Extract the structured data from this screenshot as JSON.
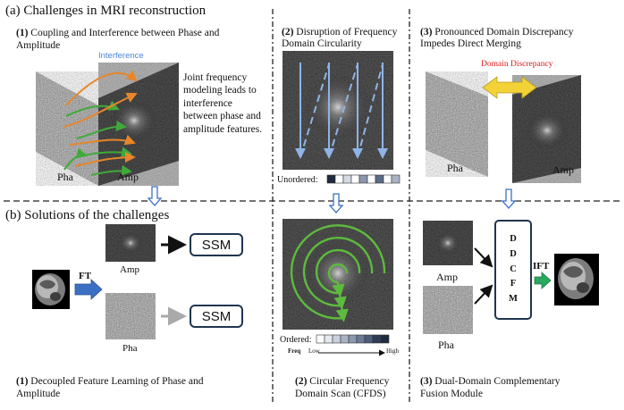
{
  "section_a": {
    "title": "(a) Challenges in MRI reconstruction",
    "panel1": {
      "num": "(1)",
      "title_line1": "Coupling and Interference between Phase and",
      "title_line2": "Amplitude",
      "interference_label": "Interference",
      "explanation": "Joint frequency modeling leads to interference between phase and amplitude features.",
      "pha_label": "Pha",
      "amp_label": "Amp"
    },
    "panel2": {
      "num": "(2)",
      "title_line1": "Disruption of Frequency",
      "title_line2": "Domain Circularity",
      "unordered_label": "Unordered:"
    },
    "panel3": {
      "num": "(3)",
      "title_line1": "Pronounced Domain Discrepancy",
      "title_line2": "Impedes Direct Merging",
      "discrepancy_label": "Domain Discrepancy",
      "pha_label": "Pha",
      "amp_label": "Amp"
    }
  },
  "section_b": {
    "title": "(b) Solutions of the challenges",
    "panel1": {
      "ft_label": "FT",
      "amp_label": "Amp",
      "pha_label": "Pha",
      "ssm_top": "SSM",
      "ssm_bottom": "SSM",
      "num": "(1)",
      "caption_line1": "Decoupled Feature Learning of Phase and",
      "caption_line2": "Amplitude"
    },
    "panel2": {
      "ordered_label": "Ordered:",
      "freq_label": "Freq",
      "low_label": "Low",
      "high_label": "High",
      "num": "(2)",
      "caption_line1": "Circular Frequency",
      "caption_line2": "Domain Scan (CFDS)"
    },
    "panel3": {
      "amp_label": "Amp",
      "pha_label": "Pha",
      "ddcfm_letters": [
        "D",
        "D",
        "C",
        "F",
        "M"
      ],
      "ift_label": "IFT",
      "num": "(3)",
      "caption_line1": "Dual-Domain Complementary",
      "caption_line2": "Fusion Module"
    }
  },
  "colors": {
    "interference_text": "#4a86d8",
    "discrepancy_text": "#e01818",
    "orange_arrow": "#e8862a",
    "green_arrow": "#3faa3a",
    "blue_arrow": "#3b6fc4",
    "ssm_border": "#1f3550",
    "scan_green": "#5dbb3e",
    "yellow_arrow": "#f3d238"
  }
}
